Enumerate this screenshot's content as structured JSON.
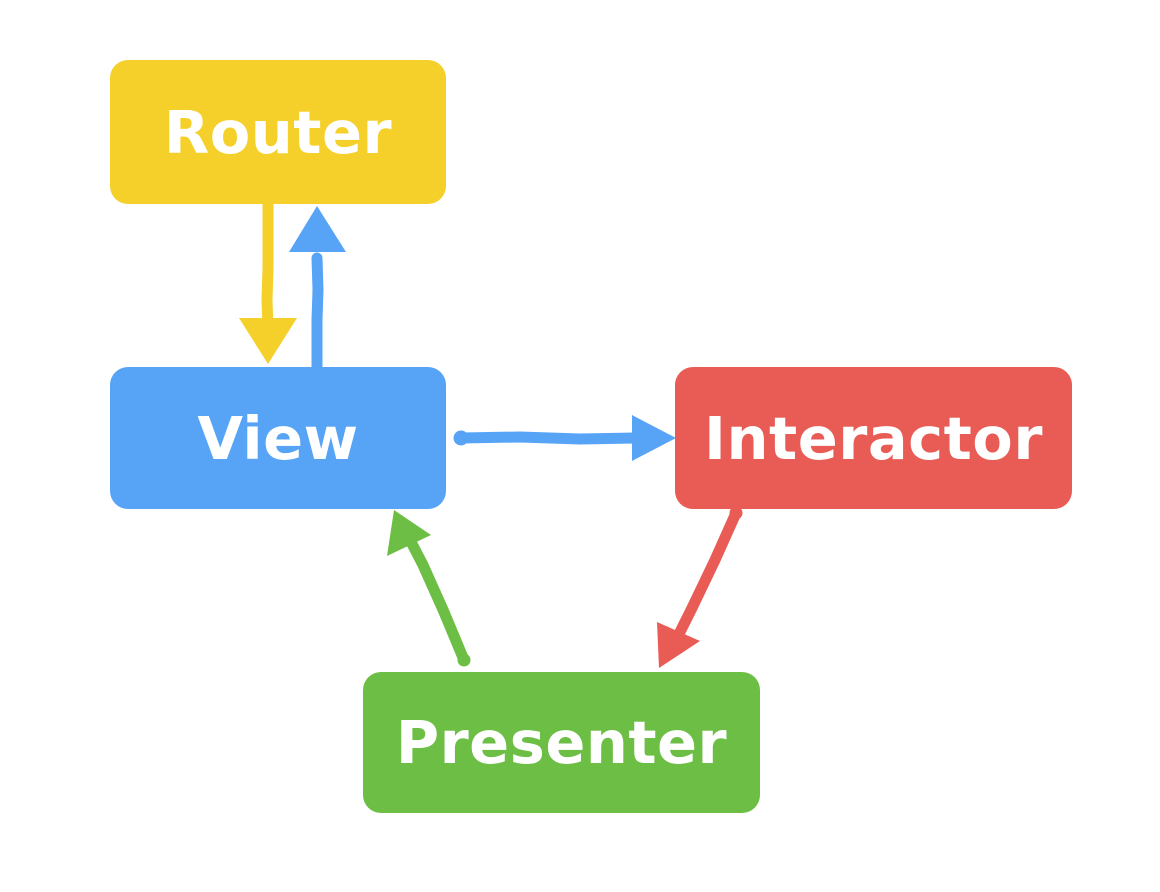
{
  "diagram": {
    "title": "VIPER architecture diagram",
    "background_color": "#FFFFFF",
    "nodes": [
      {
        "id": "router",
        "label": "Router",
        "color": "#F5D02B",
        "text_color": "#FFFFFF"
      },
      {
        "id": "view",
        "label": "View",
        "color": "#57A4F7",
        "text_color": "#FFFFFF"
      },
      {
        "id": "interactor",
        "label": "Interactor",
        "color": "#E95B55",
        "text_color": "#FFFFFF"
      },
      {
        "id": "presenter",
        "label": "Presenter",
        "color": "#6CBE45",
        "text_color": "#FFFFFF"
      }
    ],
    "edges": [
      {
        "id": "router-to-view",
        "from": "Router",
        "to": "View",
        "color": "#F5D02B",
        "direction": "down"
      },
      {
        "id": "view-to-router",
        "from": "View",
        "to": "Router",
        "color": "#57A4F7",
        "direction": "up"
      },
      {
        "id": "view-to-interactor",
        "from": "View",
        "to": "Interactor",
        "color": "#57A4F7",
        "direction": "right"
      },
      {
        "id": "interactor-to-presenter",
        "from": "Interactor",
        "to": "Presenter",
        "color": "#E95B55",
        "direction": "down-left"
      },
      {
        "id": "presenter-to-view",
        "from": "Presenter",
        "to": "View",
        "color": "#6CBE45",
        "direction": "up-left"
      }
    ]
  }
}
